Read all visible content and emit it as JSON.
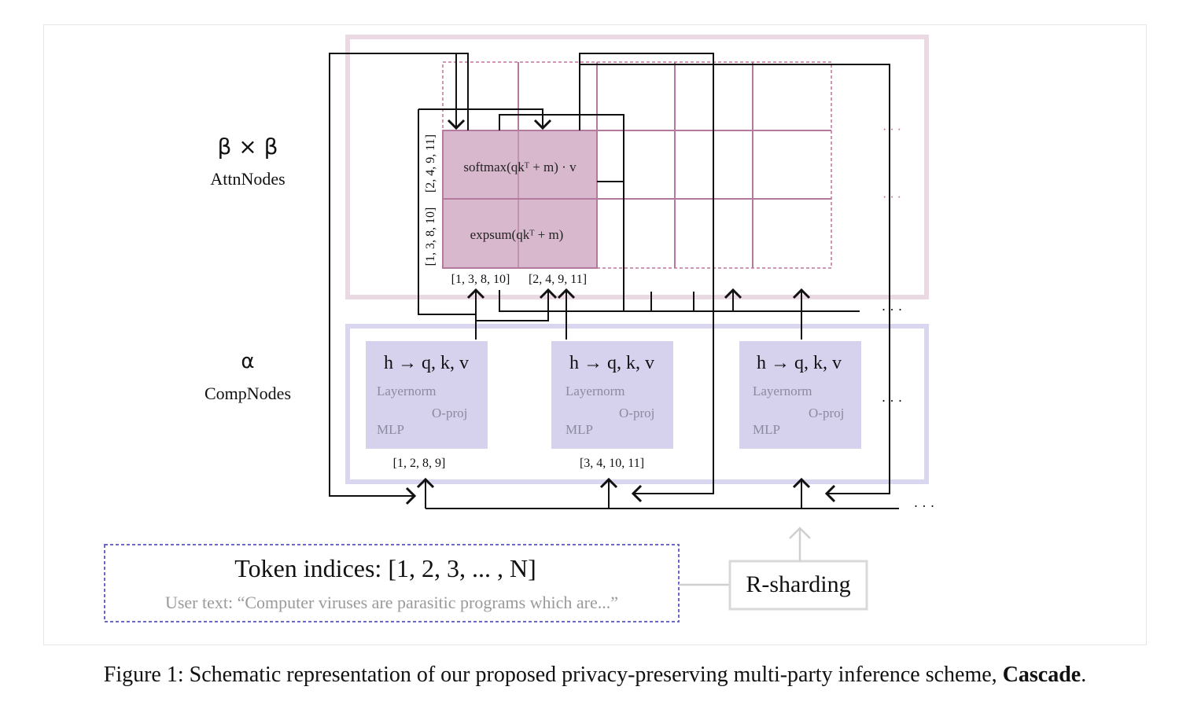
{
  "side_labels": {
    "attn_count": "β × β",
    "attn_name": "AttnNodes",
    "comp_count": "α",
    "comp_name": "CompNodes"
  },
  "attn_block": {
    "top_cell": "softmax(qkᵀ + m) · v",
    "bottom_cell": "expsum(qkᵀ + m)",
    "left_index_a": "[1, 3, 8, 10]",
    "left_index_b": "[2, 4, 9, 11]",
    "bottom_index_a": "[1, 3, 8, 10]",
    "bottom_index_b": "[2, 4, 9, 11]",
    "ellipsis": "· · ·"
  },
  "comp_nodes": [
    {
      "title": "h → q, k, v",
      "op1": "Layernorm",
      "op2": "O-proj",
      "op3": "MLP",
      "indices": "[1, 2, 8, 9]"
    },
    {
      "title": "h → q, k, v",
      "op1": "Layernorm",
      "op2": "O-proj",
      "op3": "MLP",
      "indices": "[3, 4, 10, 11]"
    },
    {
      "title": "h → q, k, v",
      "op1": "Layernorm",
      "op2": "O-proj",
      "op3": "MLP",
      "indices": ""
    }
  ],
  "ellipsis": "· · ·",
  "input": {
    "title": "Token indices:  [1, 2, 3, ... , N]",
    "user_text": "User text: “Computer viruses are parasitic programs which are...”"
  },
  "sharding_label": "R-sharding",
  "caption": {
    "prefix": "Figure 1: Schematic representation of our proposed privacy-preserving multi-party inference scheme, ",
    "bold": "Cascade",
    "suffix": "."
  },
  "colors": {
    "attn_border": "#ead9e2",
    "attn_fill": "#d8b8cd",
    "attn_grid": "#b47a9e",
    "attn_dashed": "#c4729a",
    "comp_border": "#d9d6ef",
    "comp_fill": "#d6d2ee",
    "comp_label": "#8b8a9e",
    "input_dashed": "#6d68c7",
    "line": "#111111",
    "gray_line": "#cfcfcf"
  }
}
